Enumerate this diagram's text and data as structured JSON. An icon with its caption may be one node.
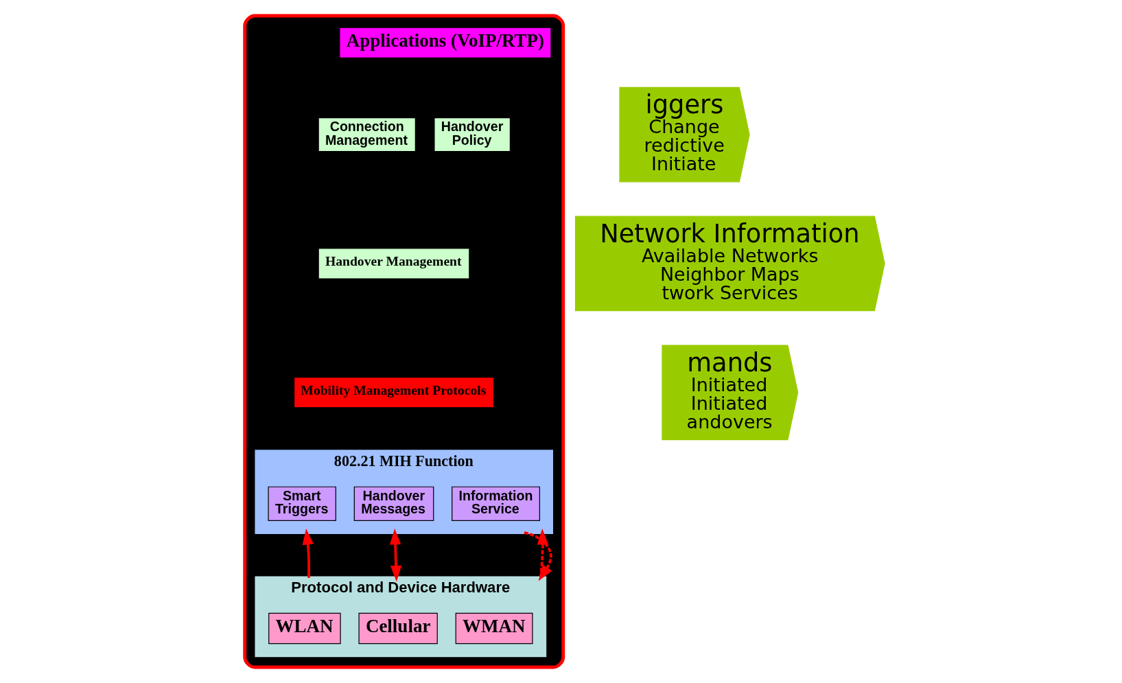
{
  "diagram": {
    "nodes": [
      {
        "text": [],
        "shape": "box"
      },
      {
        "text": [
          "Applications (VoIP/RTP)"
        ],
        "in": 0
      },
      {
        "text": [
          "Connection Management"
        ],
        "in": 0
      },
      {
        "text": [
          "Handover Policy"
        ],
        "in": 0
      },
      {
        "text": [
          "Handover Management"
        ],
        "in": 0
      },
      {
        "text": [
          "Mobility Management Protocols"
        ],
        "in": 0
      },
      {
        "text": [
          "802.21 MIH Function"
        ],
        "in": 0
      },
      {
        "text": [
          "Smart Triggers"
        ],
        "in": 6
      },
      {
        "text": [
          "Handover Messages"
        ],
        "in": 6
      },
      {
        "text": [
          "Information Service"
        ],
        "in": 6
      },
      {
        "text": [
          "Protocol and Device Hardware"
        ],
        "in": 0
      },
      {
        "text": [
          "WLAN"
        ],
        "in": 10
      },
      {
        "text": [
          "Cellular"
        ],
        "in": 10
      },
      {
        "text": [
          "WMAN"
        ],
        "in": 10
      },
      {
        "text": [
          "iggers",
          "Change",
          "redictive",
          "Initiate"
        ]
      },
      {
        "text": [
          "Network Information",
          "Available Networks",
          "Neighbor Maps",
          "twork Services"
        ]
      },
      {
        "text": [
          "mands",
          "Initiated",
          "Initiated",
          "andovers"
        ]
      }
    ],
    "edges": [
      {
        "from": 10,
        "to": 6,
        "arrow": "to"
      },
      {
        "from": 10,
        "to": 6,
        "arrow": "both"
      },
      {
        "from": 10,
        "to": 6,
        "arrow": "to",
        "style": "dashed"
      },
      {
        "from": 6,
        "to": 10,
        "arrow": "to",
        "style": "dashed"
      }
    ]
  }
}
